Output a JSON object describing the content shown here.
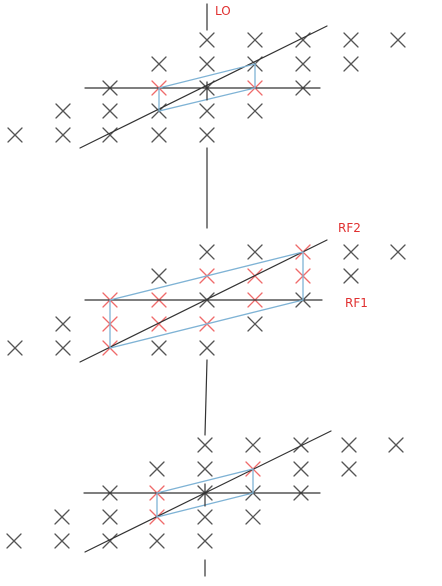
{
  "labels": {
    "lo": "LO",
    "rf2": "RF2",
    "rf1": "RF1"
  },
  "colors": {
    "lattice_mark": "#555555",
    "axis_line": "#333333",
    "highlight_mark": "#ef6b6b",
    "parallelogram": "#7fb3d5",
    "label_text": "#e03030"
  },
  "panels": [
    {
      "id": "top",
      "mark_rows": [
        5,
        5,
        5,
        5
      ]
    },
    {
      "id": "middle",
      "mark_rows": [
        5,
        5,
        5,
        5
      ]
    },
    {
      "id": "bottom",
      "mark_rows": [
        5,
        5,
        5,
        5
      ]
    }
  ]
}
